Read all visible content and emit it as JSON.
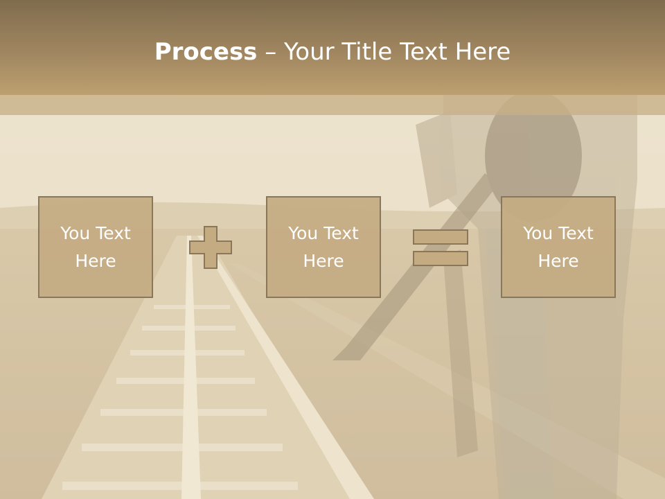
{
  "slide": {
    "title_bold": "Process",
    "title_rest": " – Your Title Text Here"
  },
  "process": {
    "boxes": [
      {
        "label": "You Text Here"
      },
      {
        "label": "You Text Here"
      },
      {
        "label": "You Text Here"
      }
    ],
    "operators": [
      "plus-icon",
      "equals-icon"
    ]
  },
  "colors": {
    "title_band": "#a08660",
    "box_fill": "#c4ab82",
    "box_border": "#8a7658",
    "text": "#ffffff"
  }
}
